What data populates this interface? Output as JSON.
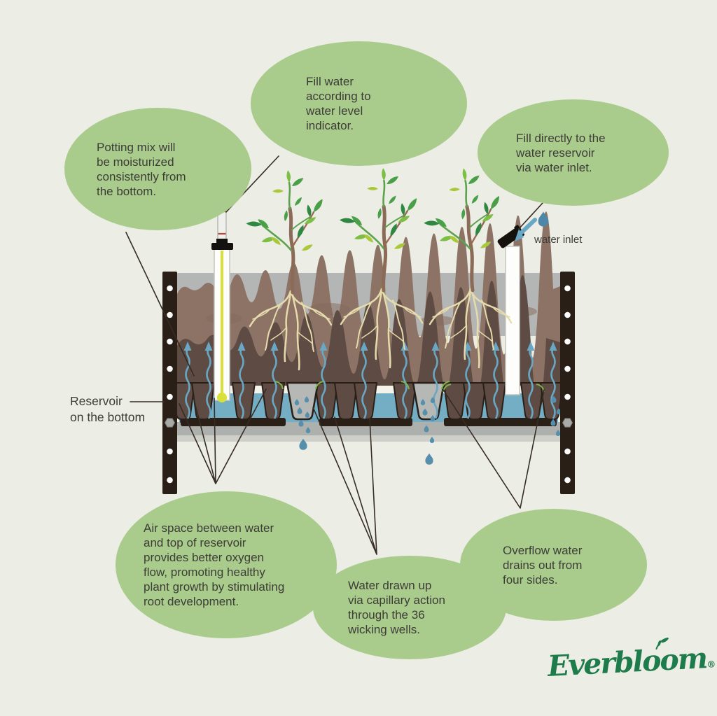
{
  "colors": {
    "background": "#ECEDE4",
    "bubble_green": "#A9CC8C",
    "text_dark": "#3D3C37",
    "brand_green": "#1E7B4C",
    "water_blue": "#73AEC5",
    "soil_brown": "#8D7365",
    "dark_soil_brown": "#5E4C44",
    "frame_black": "#2A1F16",
    "indicator_yellow": "#D9E03C"
  },
  "bubbles": {
    "potting_mix": {
      "lines": [
        "Potting mix will",
        "be moisturized",
        "consistently from",
        "the bottom."
      ]
    },
    "fill_water": {
      "lines": [
        "Fill water",
        "according to",
        "water level",
        "indicator."
      ]
    },
    "fill_directly": {
      "lines": [
        "Fill directly to the",
        "water reservoir",
        "via water inlet."
      ]
    },
    "air_space": {
      "lines": [
        "Air space between water",
        "and top of reservoir",
        "provides better oxygen",
        "flow, promoting healthy",
        "plant growth by stimulating",
        "root development."
      ]
    },
    "capillary": {
      "lines": [
        "Water drawn up",
        "via capillary action",
        "through the 36",
        "wicking wells."
      ]
    },
    "overflow": {
      "lines": [
        "Overflow water",
        "drains out from",
        "four sides."
      ]
    }
  },
  "labels": {
    "reservoir_line1": "Reservoir",
    "reservoir_line2": "on the bottom",
    "water_inlet": "water inlet"
  },
  "brand": {
    "name": "Everbloom",
    "registered": "®"
  }
}
